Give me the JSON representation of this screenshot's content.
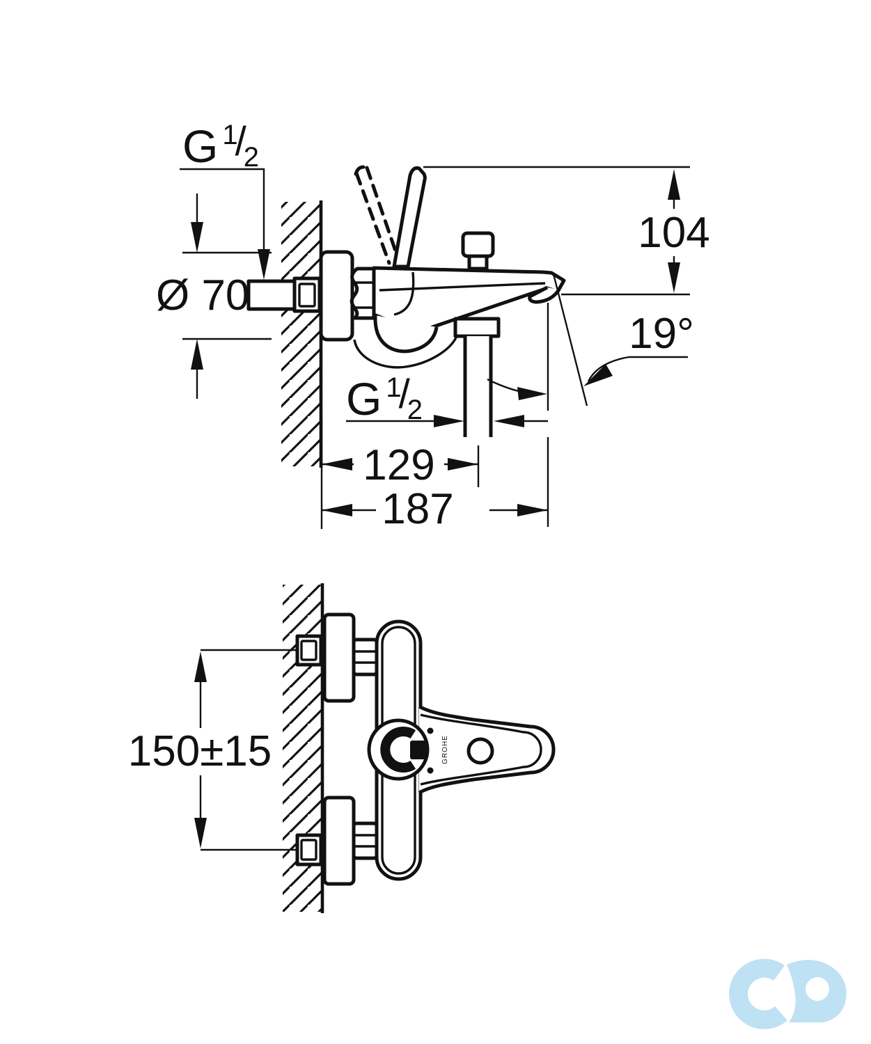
{
  "side_view": {
    "labels": {
      "inlet_thread": {
        "base": "G",
        "numerator": "1",
        "fraction_slash": "/",
        "denominator": "2"
      },
      "flange_diameter": "Ø 70",
      "spout_height": "104",
      "spout_angle": "19°",
      "hose_thread": {
        "base": "G",
        "numerator": "1",
        "fraction_slash": "/",
        "denominator": "2"
      },
      "wall_to_hose": "129",
      "wall_to_spout_tip": "187"
    }
  },
  "plan_view": {
    "labels": {
      "union_center_distance": "150±15"
    },
    "engraving": "GROHE"
  },
  "watermark": {
    "color": "#bfe1f4"
  }
}
